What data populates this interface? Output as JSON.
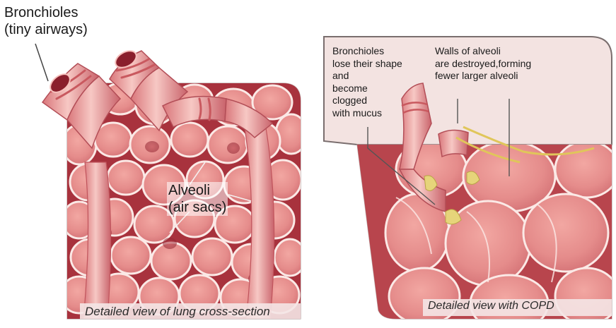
{
  "labels": {
    "bronchioles": "Bronchioles\n(tiny airways)",
    "alveoli": "Alveoli\n(air sacs)",
    "copd_bronchioles": "Bronchioles\nlose their shape\nand\nbecome\nclogged\nwith mucus",
    "copd_walls": "Walls of alveoli\nare destroyed,forming\nfewer larger alveoli"
  },
  "captions": {
    "normal": "Detailed view of lung cross-section",
    "copd": "Detailed view with COPD"
  },
  "colors": {
    "tissue_pink": "#e98f8f",
    "tissue_light": "#f6c0bc",
    "tissue_dark": "#c84a52",
    "blood_red": "#8a1f2c",
    "membrane": "#f7e6e3",
    "mucus": "#e6d47a",
    "inset_border": "#7a6e6e",
    "inset_fill": "#f3e3e1"
  }
}
